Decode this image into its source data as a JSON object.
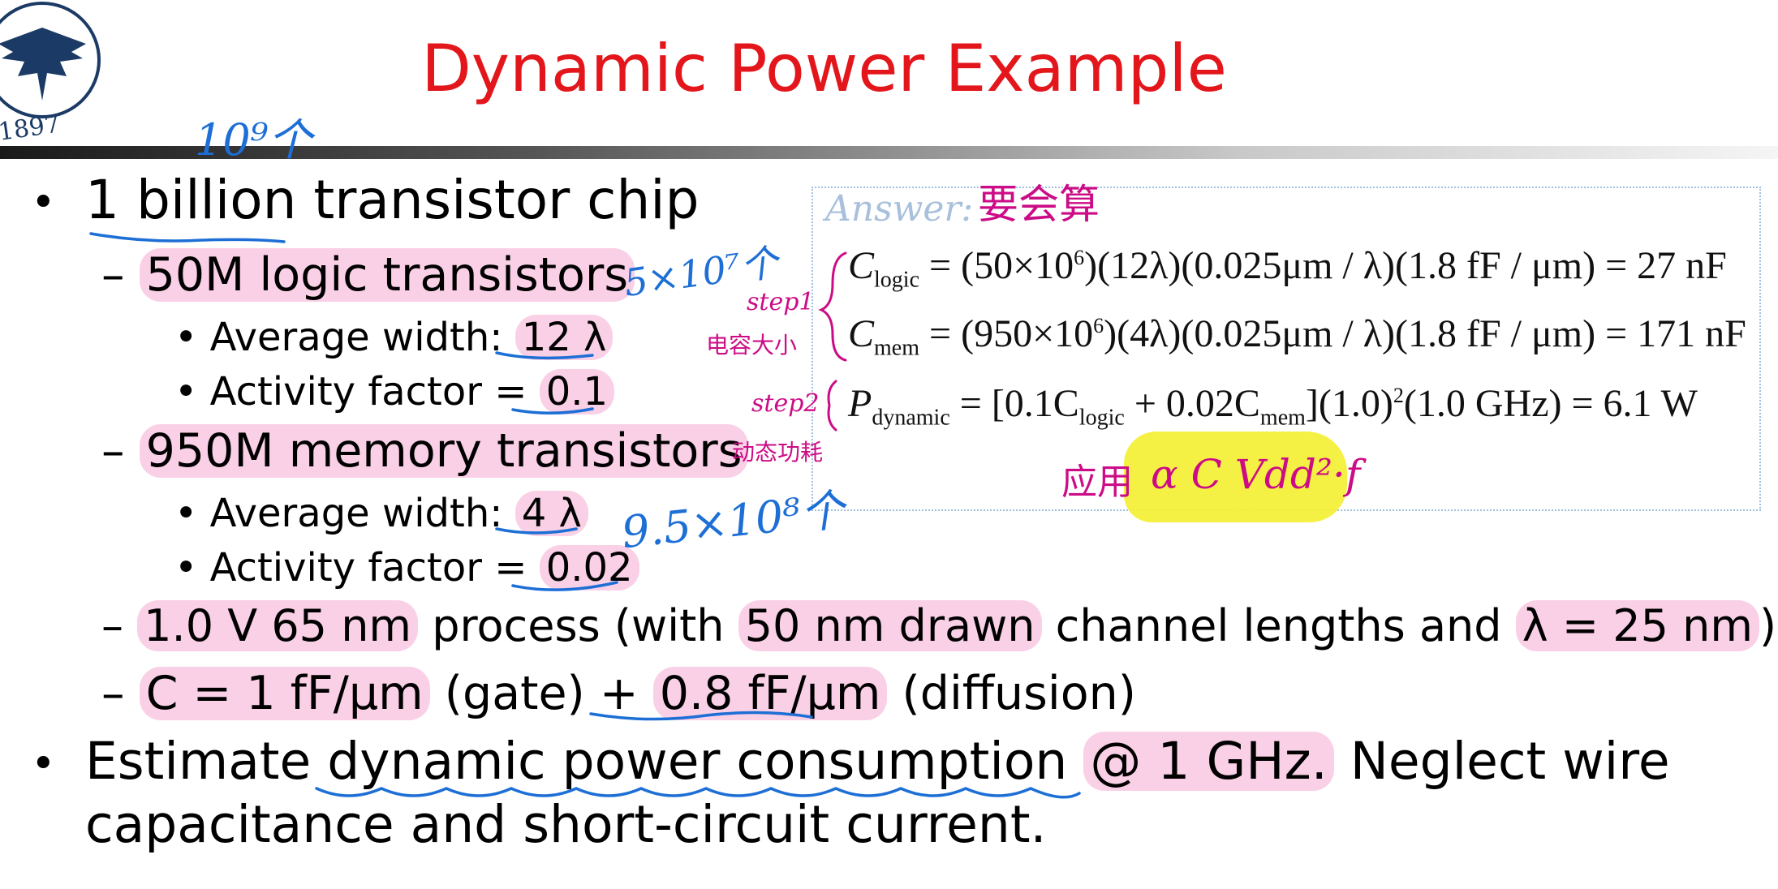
{
  "slide": {
    "title": "Dynamic Power Example",
    "logo_year": "1897",
    "bullets": {
      "chip": {
        "part1": "1 billion",
        "part2": " transistor chip"
      },
      "logic": {
        "label": "50M logic transistors",
        "width_label": "Average width:",
        "width_value": "12 λ",
        "activity_label": "Activity factor =",
        "activity_value": "0.1"
      },
      "memory": {
        "label": "950M memory transistors",
        "width_label": "Average width:",
        "width_value": "4 λ",
        "activity_label": "Activity factor =",
        "activity_value": "0.02"
      },
      "process": {
        "a": "1.0 V 65 nm",
        "b": " process (with ",
        "c": "50 nm drawn",
        "d": " channel lengths and ",
        "e": "λ = 25 nm",
        "f": ")"
      },
      "cap": {
        "a": "C = 1 fF/μm",
        "b": " (gate) + ",
        "c": "0.8 fF/μm",
        "d": " (diffusion)"
      },
      "estimate": {
        "a": "Estimate ",
        "b": "dynamic power consumption",
        "c": " ",
        "d": "@ 1 GHz.",
        "e": "  Neglect wire",
        "line2": "capacitance and short-circuit current."
      }
    },
    "answer": {
      "label": "Answer:",
      "eq1": {
        "lhs_sub": "logic",
        "rhs": " = (50×10",
        "exp": "6",
        "rhs2": ")(12λ)(0.025μm / λ)(1.8 fF / μm) = 27 nF"
      },
      "eq2": {
        "lhs_sub": "mem",
        "rhs": " = (950×10",
        "exp": "6",
        "rhs2": ")(4λ)(0.025μm / λ)(1.8 fF / μm) = 171 nF"
      },
      "eq3": {
        "lhs_sub": "dynamic",
        "rhs": " = [0.1C",
        "sub1": "logic",
        "mid": " + 0.02C",
        "sub2": "mem",
        "rhs2": "](1.0)",
        "exp": "2",
        "rhs3": "(1.0 GHz) = 6.1 W"
      }
    },
    "handwriting": {
      "count_total": "10⁹个",
      "count_logic": "5×10⁷个",
      "count_mem": "9.5×10⁸个",
      "must_compute": "要会算",
      "step1": "step1",
      "step1_note": "电容大小",
      "step2": "step2",
      "step2_note": "动态功耗",
      "apply": "应用",
      "formula": "α C Vdd²·f"
    },
    "colors": {
      "title": "#e3161c",
      "highlight": "#f5aad2",
      "ink_blue": "#1d6fd6",
      "ink_magenta": "#cc0c86",
      "marker_yellow": "#f4f030"
    }
  }
}
